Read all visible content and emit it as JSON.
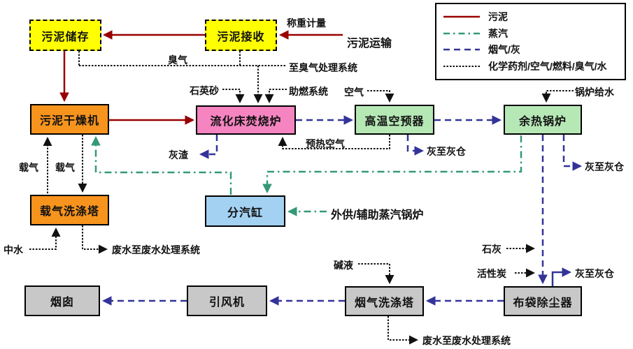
{
  "diagram_title": "sludge-incineration-process-flow",
  "colors": {
    "sludge_line": "#990000",
    "steam_line": "#339977",
    "flue_ash_line": "#333399",
    "utility_line": "#111111",
    "box_yellow": "#FFFF00",
    "box_orange": "#F7941D",
    "box_pink": "#F584C0",
    "box_green": "#B6E8B6",
    "box_blue": "#A3D1F2",
    "box_gray": "#C8C8C8"
  },
  "legend": {
    "items": [
      {
        "label": "污泥",
        "line": "solid-dark-red"
      },
      {
        "label": "蒸汽",
        "line": "dash-dot-teal"
      },
      {
        "label": "烟气/灰",
        "line": "dashed-blue"
      },
      {
        "label": "化学药剂/空气/燃料/臭气/水",
        "line": "dotted-black"
      }
    ]
  },
  "boxes": {
    "sludge_storage": {
      "label": "污泥储存"
    },
    "sludge_receiving": {
      "label": "污泥接收"
    },
    "sludge_dryer": {
      "label": "污泥干燥机"
    },
    "fluidized_bed_incinerator": {
      "label": "流化床焚烧炉"
    },
    "high_temp_air_preheater": {
      "label": "高温空预器"
    },
    "waste_heat_boiler": {
      "label": "余热锅炉"
    },
    "carrier_gas_scrubber": {
      "label": "载气洗涤塔"
    },
    "steam_distributor": {
      "label": "分汽缸"
    },
    "chimney": {
      "label": "烟囱"
    },
    "induced_draft_fan": {
      "label": "引风机"
    },
    "flue_gas_scrubber": {
      "label": "烟气洗涤塔"
    },
    "bag_filter": {
      "label": "布袋除尘器"
    }
  },
  "labels": {
    "weighing": "称重计量",
    "sludge_transport": "污泥运输",
    "odor": "臭气",
    "to_odor_treatment": "至臭气处理系统",
    "quartz_sand": "石英砂",
    "combustion_support": "助燃系统",
    "air": "空气",
    "boiler_feedwater": "锅炉给水",
    "carrier_gas_left": "载气",
    "carrier_gas_right": "载气",
    "ash_residue": "灰渣",
    "preheated_air": "预热空气",
    "ash_to_silo_1": "灰至灰仓",
    "ash_to_silo_2": "灰至灰仓",
    "ash_to_silo_3": "灰至灰仓",
    "external_aux_steam_boiler": "外供/辅助蒸汽锅炉",
    "reclaimed_water": "中水",
    "wastewater_left": "废水至废水处理系统",
    "alkali_solution": "碱液",
    "lime": "石灰",
    "activated_carbon": "活性炭",
    "wastewater_bottom": "废水至废水处理系统"
  }
}
